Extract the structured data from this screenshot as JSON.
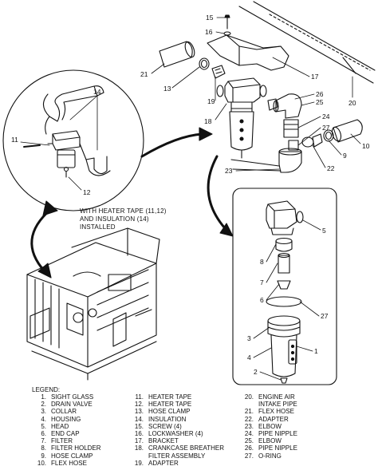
{
  "callouts": {
    "c1": "1",
    "c2": "2",
    "c3": "3",
    "c4": "4",
    "c5": "5",
    "c6": "6",
    "c7": "7",
    "c8": "8",
    "c9": "9",
    "c10": "10",
    "c11": "11",
    "c12": "12",
    "c13": "13",
    "c14": "14",
    "c15": "15",
    "c16": "16",
    "c17": "17",
    "c18": "18",
    "c19": "19",
    "c20": "20",
    "c21": "21",
    "c22": "22",
    "c23": "23",
    "c24": "24",
    "c25": "25",
    "c26": "26",
    "c27": "27"
  },
  "note": {
    "line1": "WITH HEATER TAPE (11,12)",
    "line2": "AND INSULATION (14)",
    "line3": "INSTALLED"
  },
  "legend": {
    "title": "LEGEND:",
    "col1": [
      {
        "num": "1.",
        "text": "SIGHT GLASS"
      },
      {
        "num": "2.",
        "text": "DRAIN VALVE"
      },
      {
        "num": "3.",
        "text": "COLLAR"
      },
      {
        "num": "4.",
        "text": "HOUSING"
      },
      {
        "num": "5.",
        "text": "HEAD"
      },
      {
        "num": "6.",
        "text": "END CAP"
      },
      {
        "num": "7.",
        "text": "FILTER"
      },
      {
        "num": "8.",
        "text": "FILTER HOLDER"
      },
      {
        "num": "9.",
        "text": "HOSE CLAMP"
      },
      {
        "num": "10.",
        "text": "FLEX HOSE"
      }
    ],
    "col2": [
      {
        "num": "11.",
        "text": "HEATER TAPE"
      },
      {
        "num": "12.",
        "text": "HEATER TAPE"
      },
      {
        "num": "13.",
        "text": "HOSE CLAMP"
      },
      {
        "num": "14.",
        "text": "INSULATION"
      },
      {
        "num": "15.",
        "text": "SCREW (4)"
      },
      {
        "num": "16.",
        "text": "LOCKWASHER (4)"
      },
      {
        "num": "17.",
        "text": "BRACKET"
      },
      {
        "num": "18.",
        "text": "CRANKCASE BREATHER"
      },
      {
        "num": "",
        "text": "FILTER ASSEMBLY"
      },
      {
        "num": "19.",
        "text": "ADAPTER"
      }
    ],
    "col3": [
      {
        "num": "20.",
        "text": "ENGINE AIR"
      },
      {
        "num": "",
        "text": "INTAKE PIPE"
      },
      {
        "num": "21.",
        "text": "FLEX HOSE"
      },
      {
        "num": "22.",
        "text": "ADAPTER"
      },
      {
        "num": "23.",
        "text": "ELBOW"
      },
      {
        "num": "24.",
        "text": "PIPE NIPPLE"
      },
      {
        "num": "25.",
        "text": "ELBOW"
      },
      {
        "num": "26.",
        "text": "PIPE NIPPLE"
      },
      {
        "num": "27.",
        "text": "O-RING"
      }
    ]
  }
}
